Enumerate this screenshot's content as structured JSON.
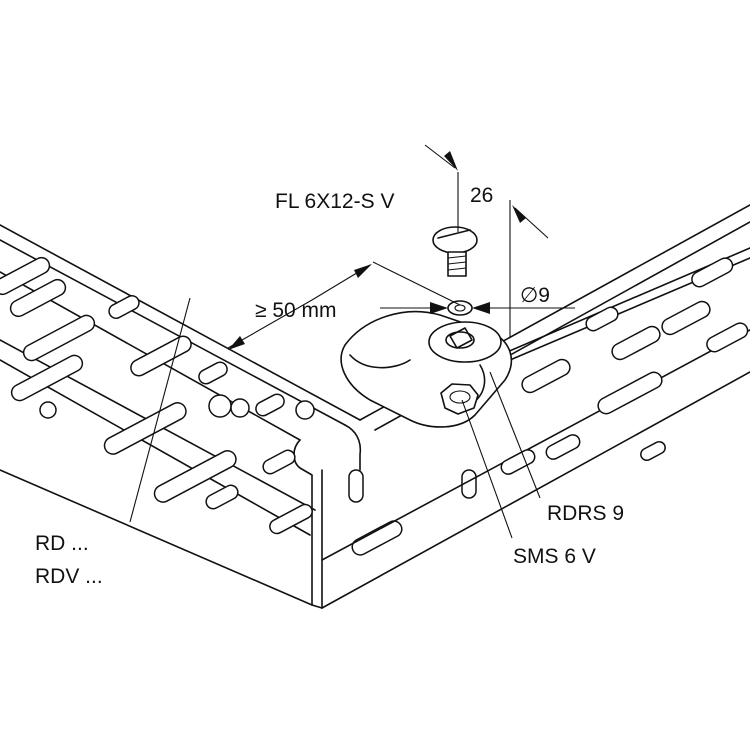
{
  "labels": {
    "screw": "FL 6X12-S V",
    "dim_26": "26",
    "dim_dia": "∅9",
    "dim_gap": "≥ 50 mm",
    "connector": "RDRS 9",
    "nut": "SMS 6 V",
    "tray_1": "RD ...",
    "tray_2": "RDV ..."
  }
}
